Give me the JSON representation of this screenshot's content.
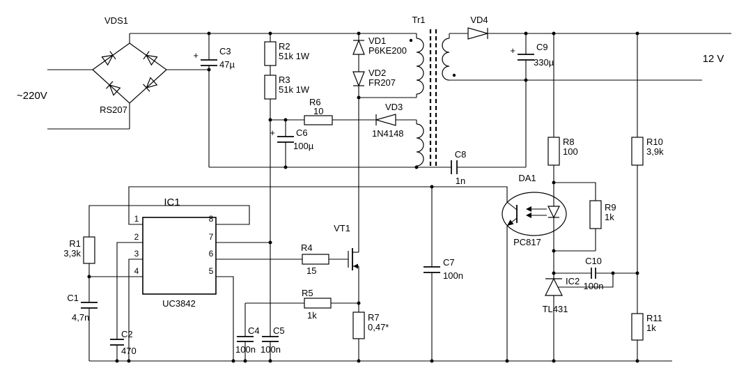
{
  "diagram": {
    "type": "flyback-smps-schematic",
    "input_label": "~220V",
    "output_label": "12 V",
    "plus": "+",
    "components": {
      "vds1": {
        "ref": "VDS1",
        "part": "RS207"
      },
      "c3": {
        "ref": "C3",
        "value": "47µ"
      },
      "r2": {
        "ref": "R2",
        "value": "51k 1W"
      },
      "r3": {
        "ref": "R3",
        "value": "51k 1W"
      },
      "vd1": {
        "ref": "VD1",
        "part": "P6KE200"
      },
      "vd2": {
        "ref": "VD2",
        "part": "FR207"
      },
      "tr1": {
        "ref": "Tr1"
      },
      "vd4": {
        "ref": "VD4"
      },
      "c9": {
        "ref": "C9",
        "value": "330µ"
      },
      "r6": {
        "ref": "R6",
        "value": "10"
      },
      "vd3": {
        "ref": "VD3",
        "part": "1N4148"
      },
      "c6": {
        "ref": "C6",
        "value": "100µ"
      },
      "c8": {
        "ref": "C8",
        "value": "1n"
      },
      "r8": {
        "ref": "R8",
        "value": "100"
      },
      "r10": {
        "ref": "R10",
        "value": "3,9k"
      },
      "da1": {
        "ref": "DA1",
        "part": "PC817"
      },
      "r9": {
        "ref": "R9",
        "value": "1k"
      },
      "ic1": {
        "ref": "IC1",
        "part": "UC3842",
        "pins": [
          "1",
          "2",
          "3",
          "4",
          "5",
          "6",
          "7",
          "8"
        ]
      },
      "r1": {
        "ref": "R1",
        "value": "3,3k"
      },
      "c1": {
        "ref": "C1",
        "value": "4,7n"
      },
      "c2": {
        "ref": "C2",
        "value": "470"
      },
      "r4": {
        "ref": "R4",
        "value": "15"
      },
      "vt1": {
        "ref": "VT1"
      },
      "r5": {
        "ref": "R5",
        "value": "1k"
      },
      "c4": {
        "ref": "C4",
        "value": "100n"
      },
      "c5": {
        "ref": "C5",
        "value": "100n"
      },
      "r7": {
        "ref": "R7",
        "value": "0,47*"
      },
      "c7": {
        "ref": "C7",
        "value": "100n"
      },
      "c10": {
        "ref": "C10",
        "value": "100n"
      },
      "ic2": {
        "ref": "IC2",
        "part": "TL431"
      },
      "r11": {
        "ref": "R11",
        "value": "1k"
      }
    }
  }
}
